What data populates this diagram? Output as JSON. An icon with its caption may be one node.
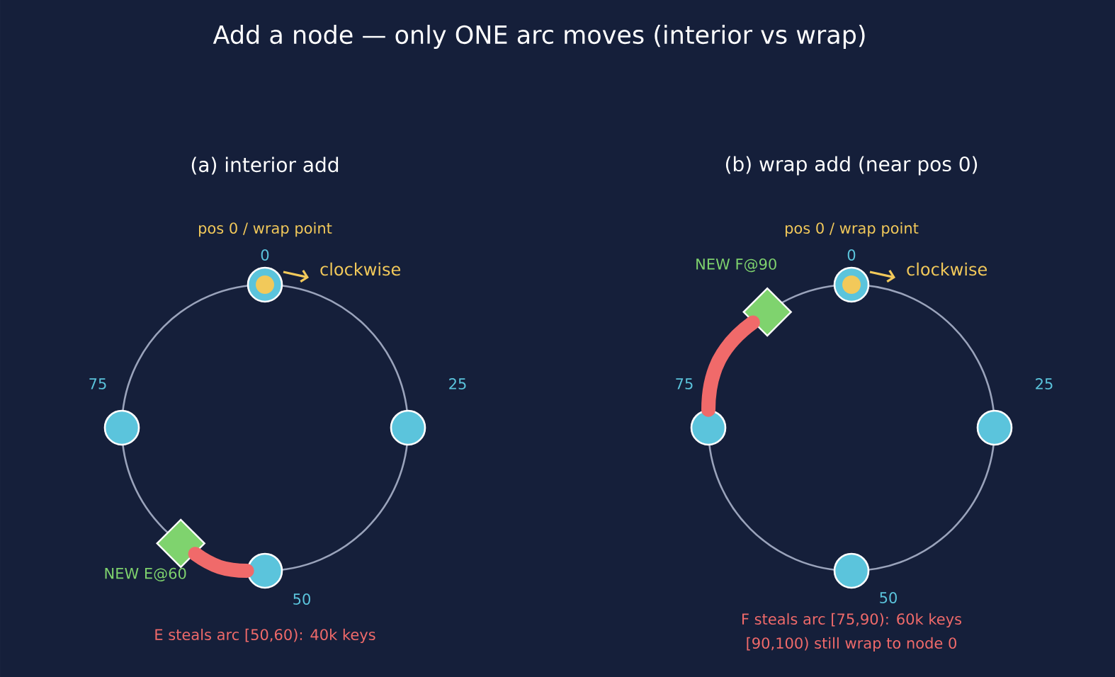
{
  "diagram": {
    "title": "Add a node — only ONE arc moves (interior vs wrap)",
    "nodes": [
      {
        "text": [],
        "shape": "circle",
        "beside": [
          "0"
        ]
      },
      {
        "text": [],
        "shape": "circle",
        "beside": [
          "25"
        ]
      },
      {
        "text": [],
        "shape": "circle",
        "beside": [
          "50"
        ]
      },
      {
        "text": [],
        "shape": "circle",
        "beside": [
          "75"
        ]
      },
      {
        "text": [],
        "shape": "diamond",
        "beside": [
          "NEW E@60"
        ]
      },
      {
        "text": [],
        "shape": "circle",
        "beside": [
          "0"
        ]
      },
      {
        "text": [],
        "shape": "circle",
        "beside": [
          "25"
        ]
      },
      {
        "text": [],
        "shape": "circle",
        "beside": [
          "50"
        ]
      },
      {
        "text": [],
        "shape": "circle",
        "beside": [
          "75"
        ]
      },
      {
        "text": [],
        "shape": "diamond",
        "beside": [
          "NEW F@90"
        ]
      }
    ],
    "edges": [
      {
        "from": 4,
        "to": 2,
        "arrow": "none"
      },
      {
        "from": 8,
        "to": 9,
        "arrow": "none"
      }
    ],
    "labels": [
      "(a) interior add",
      "pos 0 / wrap point",
      "clockwise",
      "E steals arc [50,60): 40k keys",
      "(b) wrap add (near pos 0)",
      "pos 0 / wrap point",
      "clockwise",
      "F steals arc [75,90): 60k keys",
      "[90,100) still wrap to node 0"
    ]
  }
}
